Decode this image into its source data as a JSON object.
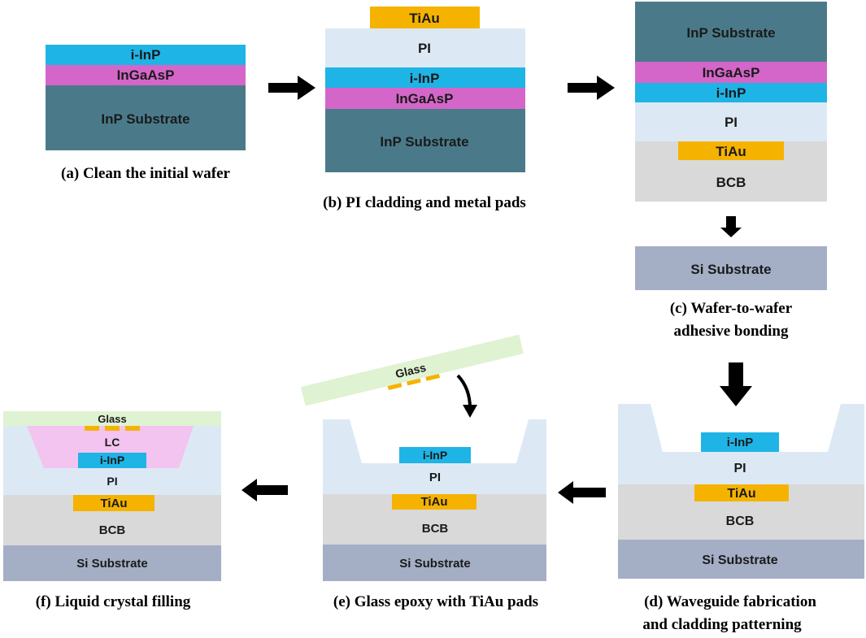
{
  "colors": {
    "inp": "#1fb4e6",
    "ingaasp": "#d466c9",
    "substrate": "#4a7a8a",
    "pi": "#dce9f5",
    "tiau": "#f5b300",
    "bcb": "#d9d9d9",
    "si": "#a4afc6",
    "glass": "#dff2d2",
    "lc": "#f2c4ef",
    "arrow": "#000000"
  },
  "steps": {
    "a": {
      "caption": "(a) Clean the initial wafer",
      "layers": {
        "inp": "i-InP",
        "ingaasp": "InGaAsP",
        "substrate": "InP Substrate"
      }
    },
    "b": {
      "caption": "(b) PI cladding and metal pads",
      "layers": {
        "tiau": "TiAu",
        "pi": "PI",
        "inp": "i-InP",
        "ingaasp": "InGaAsP",
        "substrate": "InP Substrate"
      }
    },
    "c": {
      "caption_line1": "(c) Wafer-to-wafer",
      "caption_line2": "adhesive bonding",
      "layers": {
        "substrate": "InP Substrate",
        "ingaasp": "InGaAsP",
        "inp": "i-InP",
        "pi": "PI",
        "tiau": "TiAu",
        "bcb": "BCB",
        "si": "Si Substrate"
      }
    },
    "d": {
      "caption_line1": "(d) Waveguide fabrication",
      "caption_line2": "and cladding patterning",
      "layers": {
        "inp": "i-InP",
        "pi": "PI",
        "tiau": "TiAu",
        "bcb": "BCB",
        "si": "Si Substrate"
      }
    },
    "e": {
      "caption": "(e) Glass epoxy with TiAu pads",
      "layers": {
        "glass": "Glass",
        "inp": "i-InP",
        "pi": "PI",
        "tiau": "TiAu",
        "bcb": "BCB",
        "si": "Si Substrate"
      }
    },
    "f": {
      "caption": "(f) Liquid crystal filling",
      "layers": {
        "glass": "Glass",
        "lc": "LC",
        "inp": "i-InP",
        "pi": "PI",
        "tiau": "TiAu",
        "bcb": "BCB",
        "si": "Si Substrate"
      }
    }
  }
}
